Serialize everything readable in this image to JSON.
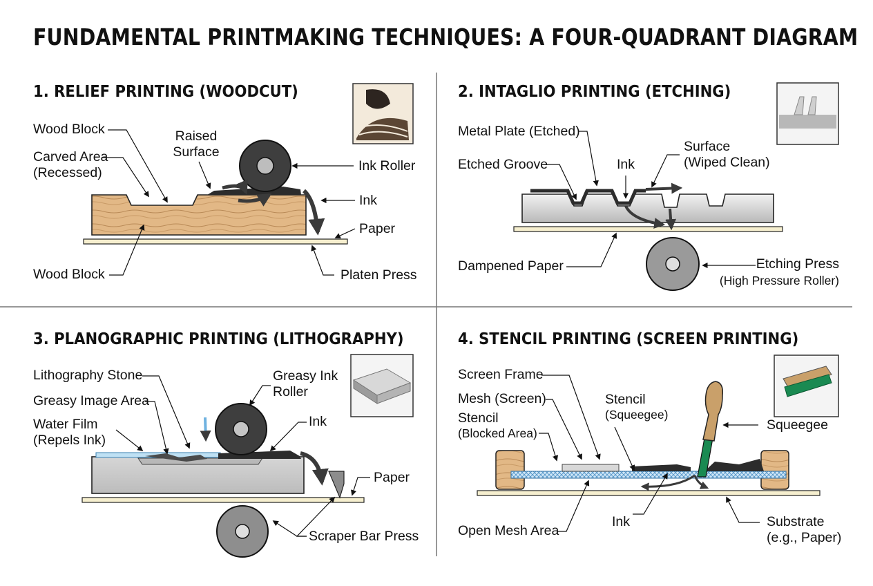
{
  "title": "FUNDAMENTAL PRINTMAKING TECHNIQUES: A FOUR-QUADRANT DIAGRAM",
  "quadrants": [
    {
      "title": "1. RELIEF PRINTING (WOODCUT)",
      "labels": {
        "wood_block_top": "Wood Block",
        "raised_surface_1": "Raised",
        "raised_surface_2": "Surface",
        "carved_area_1": "Carved Area",
        "carved_area_2": "(Recessed)",
        "ink_roller": "Ink Roller",
        "ink": "Ink",
        "paper": "Paper",
        "wood_block_bottom": "Wood Block",
        "platen_press": "Platen Press"
      }
    },
    {
      "title": "2. INTAGLIO PRINTING (ETCHING)",
      "labels": {
        "metal_plate": "Metal Plate (Etched)",
        "etched_groove": "Etched Groove",
        "ink": "Ink",
        "surface_1": "Surface",
        "surface_2": "(Wiped Clean)",
        "dampened_paper": "Dampened Paper",
        "etching_press_1": "Etching Press",
        "etching_press_2": "(High Pressure Roller)"
      }
    },
    {
      "title": "3. PLANOGRAPHIC PRINTING (LITHOGRAPHY)",
      "labels": {
        "litho_stone": "Lithography Stone",
        "greasy_image": "Greasy Image Area",
        "water_film_1": "Water Film",
        "water_film_2": "(Repels Ink)",
        "greasy_roller_1": "Greasy Ink",
        "greasy_roller_2": "Roller",
        "ink": "Ink",
        "paper": "Paper",
        "scraper_bar": "Scraper Bar Press"
      }
    },
    {
      "title": "4. STENCIL PRINTING (SCREEN PRINTING)",
      "labels": {
        "screen_frame": "Screen Frame",
        "mesh": "Mesh (Screen)",
        "stencil_1": "Stencil",
        "stencil_2": "(Blocked Area)",
        "stencil_sq_1": "Stencil",
        "stencil_sq_2": "(Squeegee)",
        "squeegee": "Squeegee",
        "open_mesh": "Open Mesh Area",
        "ink": "Ink",
        "substrate_1": "Substrate",
        "substrate_2": "(e.g., Paper)"
      }
    }
  ]
}
